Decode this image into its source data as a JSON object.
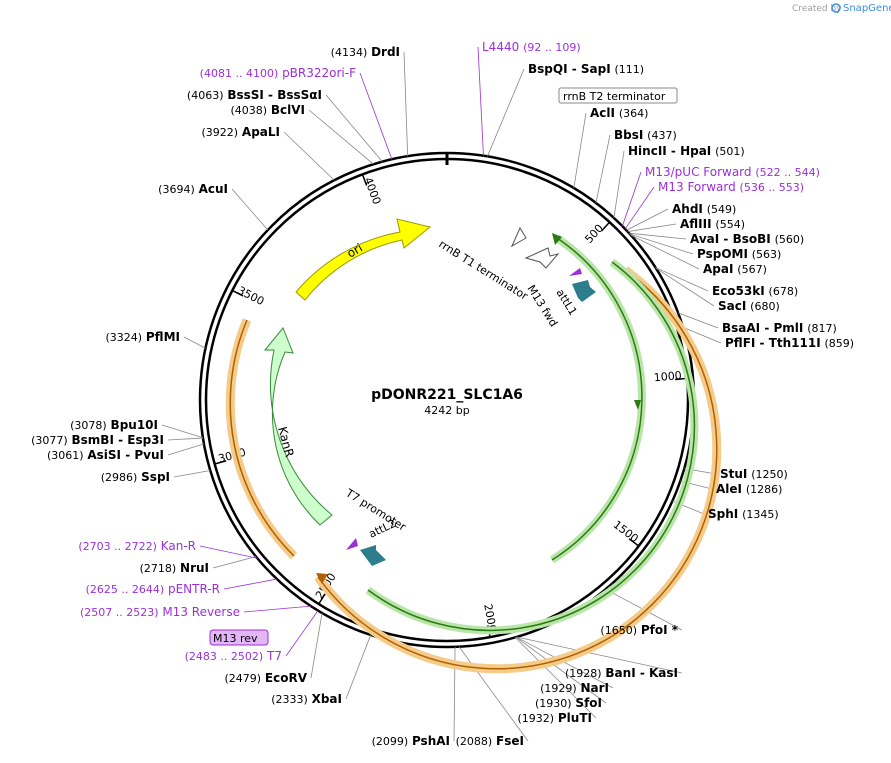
{
  "header": {
    "credit": "Created by",
    "brand": "SnapGene"
  },
  "plasmid": {
    "name": "pDONR221_SLC1A6",
    "length": "4242 bp"
  },
  "ticks": [
    "500",
    "1000",
    "1500",
    "2000",
    "2500",
    "3000",
    "3500",
    "4000"
  ],
  "features": {
    "ori": "ori",
    "kanr": "KanR",
    "rrnb_t1": "rrnB T1 terminator",
    "rrnb_t2": "rrnB T2 terminator",
    "attl1": "attL1",
    "attl2": "attL2",
    "m13fwd": "M13 fwd",
    "t7promoter": "T7 promoter",
    "m13rev": "M13 rev"
  },
  "sites": [
    {
      "name": "DrdI",
      "pos": "(4134)"
    },
    {
      "name": "pBR322ori-F",
      "pos": "(4081 .. 4100)",
      "primer": true
    },
    {
      "name": "BssSI  -  BssSαI",
      "pos": "(4063)"
    },
    {
      "name": "BclVI",
      "pos": "(4038)"
    },
    {
      "name": "ApaLI",
      "pos": "(3922)"
    },
    {
      "name": "AcuI",
      "pos": "(3694)"
    },
    {
      "name": "PflMI",
      "pos": "(3324)"
    },
    {
      "name": "Bpu10I",
      "pos": "(3078)"
    },
    {
      "name": "BsmBI  -  Esp3I",
      "pos": "(3077)"
    },
    {
      "name": "AsiSI  -  PvuI",
      "pos": "(3061)"
    },
    {
      "name": "SspI",
      "pos": "(2986)"
    },
    {
      "name": "Kan-R",
      "pos": "(2703 .. 2722)",
      "primer": true
    },
    {
      "name": "NruI",
      "pos": "(2718)"
    },
    {
      "name": "pENTR-R",
      "pos": "(2625 .. 2644)",
      "primer": true
    },
    {
      "name": "M13 Reverse",
      "pos": "(2507 .. 2523)",
      "primer": true
    },
    {
      "name": "T7",
      "pos": "(2483 .. 2502)",
      "primer": true
    },
    {
      "name": "EcoRV",
      "pos": "(2479)"
    },
    {
      "name": "XbaI",
      "pos": "(2333)"
    },
    {
      "name": "PshAI",
      "pos": "(2099)"
    },
    {
      "name": "FseI",
      "pos": "(2088)"
    },
    {
      "name": "PluTI",
      "pos": "(1932)"
    },
    {
      "name": "SfoI",
      "pos": "(1930)"
    },
    {
      "name": "NarI",
      "pos": "(1929)"
    },
    {
      "name": "BanI  -  KasI",
      "pos": "(1928)"
    },
    {
      "name": "PfoI *",
      "pos": "(1650)"
    },
    {
      "name": "SphI",
      "pos": "(1345)"
    },
    {
      "name": "AleI",
      "pos": "(1286)"
    },
    {
      "name": "StuI",
      "pos": "(1250)"
    },
    {
      "name": "PflFI  -  Tth111I",
      "pos": "(859)"
    },
    {
      "name": "BsaAI  -  PmlI",
      "pos": "(817)"
    },
    {
      "name": "SacI",
      "pos": "(680)"
    },
    {
      "name": "Eco53kI",
      "pos": "(678)"
    },
    {
      "name": "ApaI",
      "pos": "(567)"
    },
    {
      "name": "PspOMI",
      "pos": "(563)"
    },
    {
      "name": "AvaI  -  BsoBI",
      "pos": "(560)"
    },
    {
      "name": "AflIII",
      "pos": "(554)"
    },
    {
      "name": "AhdI",
      "pos": "(549)"
    },
    {
      "name": "M13 Forward",
      "pos": "(536 .. 553)",
      "primer": true
    },
    {
      "name": "M13/pUC Forward",
      "pos": "(522 .. 544)",
      "primer": true
    },
    {
      "name": "HincII  -  HpaI",
      "pos": "(501)"
    },
    {
      "name": "BbsI",
      "pos": "(437)"
    },
    {
      "name": "AclI",
      "pos": "(364)"
    },
    {
      "name": "BspQI  -  SapI",
      "pos": "(111)"
    },
    {
      "name": "L4440",
      "pos": "(92 .. 109)",
      "primer": true
    }
  ]
}
